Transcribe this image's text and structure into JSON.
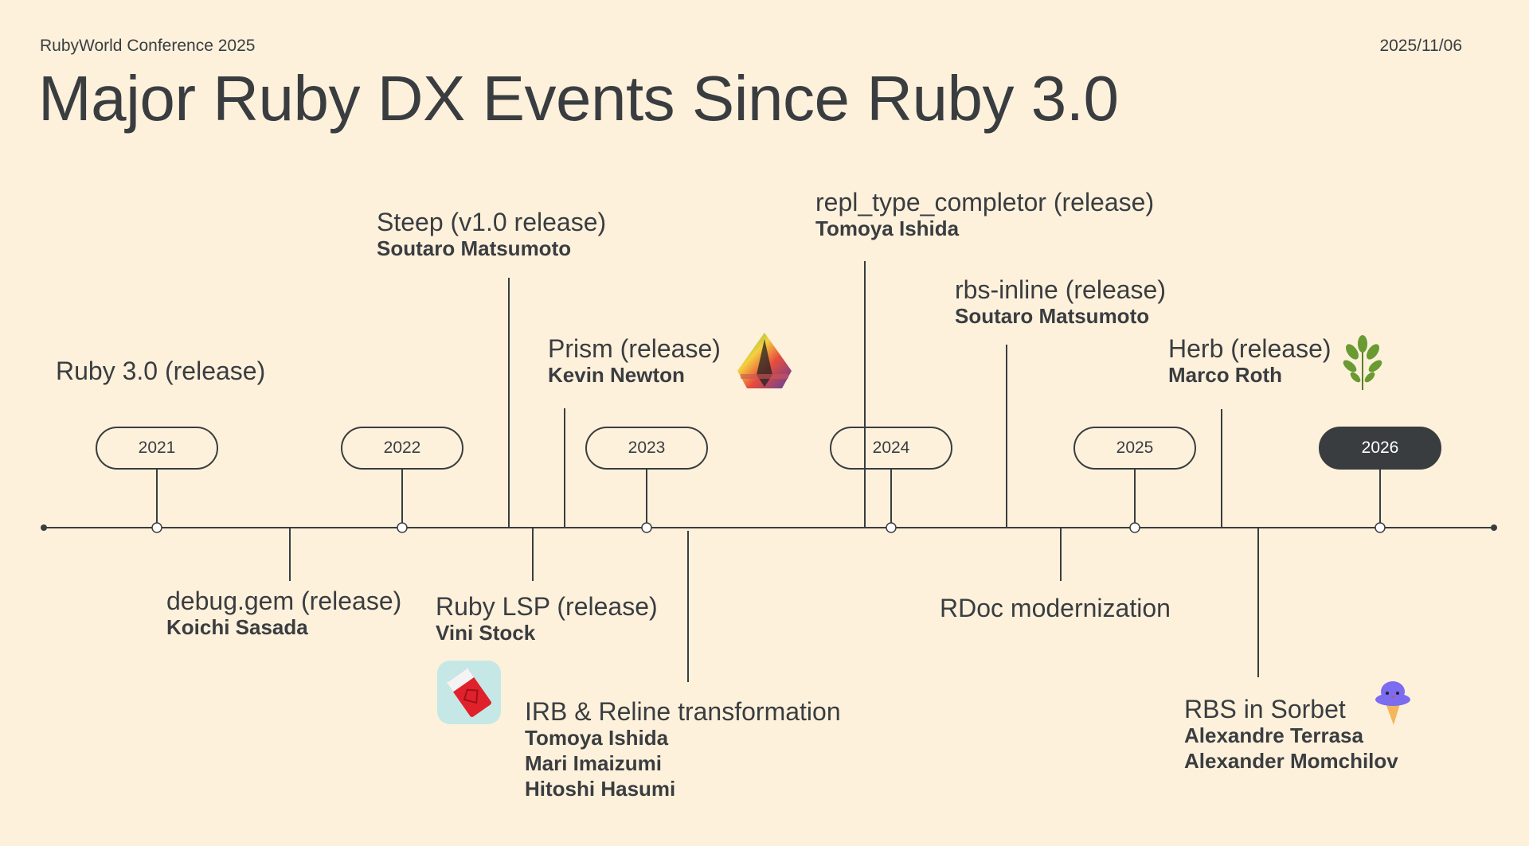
{
  "header": {
    "conference": "RubyWorld Conference 2025",
    "date": "2025/11/06",
    "title": "Major Ruby DX Events Since Ruby 3.0"
  },
  "years": [
    "2021",
    "2022",
    "2023",
    "2024",
    "2025",
    "2026"
  ],
  "current_year": "2026",
  "events": {
    "ruby30": {
      "title": "Ruby 3.0 (release)"
    },
    "debug": {
      "title": "debug.gem (release)",
      "authors": [
        "Koichi Sasada"
      ]
    },
    "steep": {
      "title": "Steep (v1.0 release)",
      "authors": [
        "Soutaro Matsumoto"
      ]
    },
    "lsp": {
      "title": "Ruby LSP (release)",
      "authors": [
        "Vini Stock"
      ]
    },
    "prism": {
      "title": "Prism (release)",
      "authors": [
        "Kevin Newton"
      ]
    },
    "irb": {
      "title": "IRB & Reline transformation",
      "authors": [
        "Tomoya Ishida",
        "Mari Imaizumi",
        "Hitoshi Hasumi"
      ]
    },
    "repl": {
      "title": "repl_type_completor (release)",
      "authors": [
        "Tomoya Ishida"
      ]
    },
    "rbsinline": {
      "title": "rbs-inline (release)",
      "authors": [
        "Soutaro Matsumoto"
      ]
    },
    "rdoc": {
      "title": "RDoc modernization"
    },
    "herb": {
      "title": "Herb (release)",
      "authors": [
        "Marco Roth"
      ]
    },
    "sorbet": {
      "title": "RBS in Sorbet",
      "authors": [
        "Alexandre Terrasa",
        "Alexander Momchilov"
      ]
    }
  },
  "colors": {
    "background": "#fef1dc",
    "ink": "#3a3d40"
  }
}
